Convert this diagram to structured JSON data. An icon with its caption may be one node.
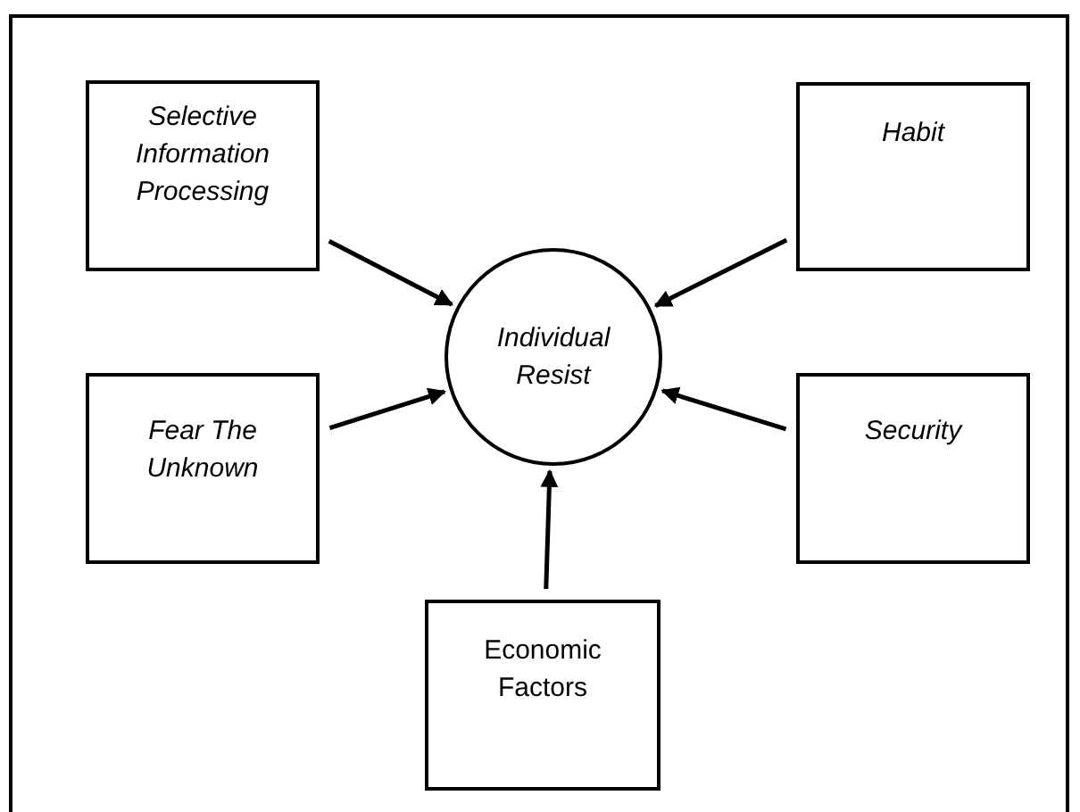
{
  "diagram": {
    "nodes": [
      {
        "text": [
          "Selective Information Processing"
        ]
      },
      {
        "text": [
          "Habit"
        ]
      },
      {
        "text": [
          "Individual Resist"
        ]
      },
      {
        "text": [
          "Fear The Unknown"
        ]
      },
      {
        "text": [
          "Security"
        ]
      },
      {
        "text": [
          "Economic Factors"
        ]
      }
    ],
    "edges": [
      {
        "from": 0,
        "to": 2,
        "arrow": "to"
      },
      {
        "from": 1,
        "to": 2,
        "arrow": "to"
      },
      {
        "from": 3,
        "to": 2,
        "arrow": "to"
      },
      {
        "from": 4,
        "to": 2,
        "arrow": "to"
      },
      {
        "from": 5,
        "to": 2,
        "arrow": "to"
      }
    ]
  }
}
